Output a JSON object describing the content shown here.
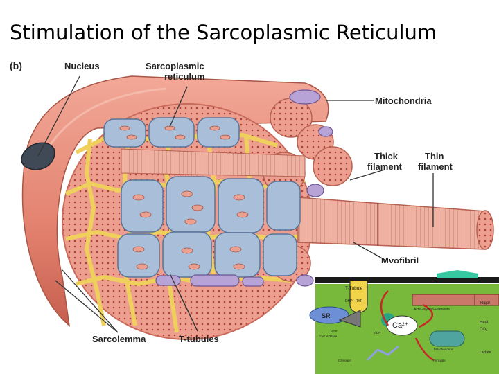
{
  "title": "Stimulation of the Sarcoplasmic Reticulum",
  "figure": {
    "panel_letter": "(b)",
    "labels": {
      "nucleus": "Nucleus",
      "sarcoplasmic_reticulum_line1": "Sarcoplasmic",
      "sarcoplasmic_reticulum_line2": "reticulum",
      "mitochondria": "Mitochondria",
      "thick_filament_line1": "Thick",
      "thick_filament_line2": "filament",
      "thin_filament_line1": "Thin",
      "thin_filament_line2": "filament",
      "myofibril": "Myofibril",
      "sarcolemma": "Sarcolemma",
      "t_tubules": "T-tubules"
    }
  },
  "inset": {
    "labels": {
      "t_tubule": "T-Tubule",
      "dhp_ryr": "DHP - RYR",
      "sr": "SR",
      "ca_atpase": "Ca²⁺ ATPase",
      "atp": "ATP",
      "adp": "ADP",
      "calcium_ion": "Ca²⁺",
      "actin_myosin": "Actin-Myosin-Filaments",
      "rigor": "Rigor",
      "heat": "Heat",
      "co2": "CO₂",
      "mitochondrion": "Mitochondrion",
      "glycogen": "Glycogen",
      "pyruvate": "Pyruvate",
      "lactate": "Lactate"
    }
  },
  "colors": {
    "sarcolemma": "#e8907d",
    "sarcolemma_dark": "#c96a5a",
    "myofibril": "#e9a090",
    "sarcoplasmic_reticulum": "#a9bfd9",
    "t_tubule": "#f3d66b",
    "mitochondria": "#b7a3d6",
    "nucleus": "#3f4a56",
    "inset_background": "#78b83a"
  }
}
